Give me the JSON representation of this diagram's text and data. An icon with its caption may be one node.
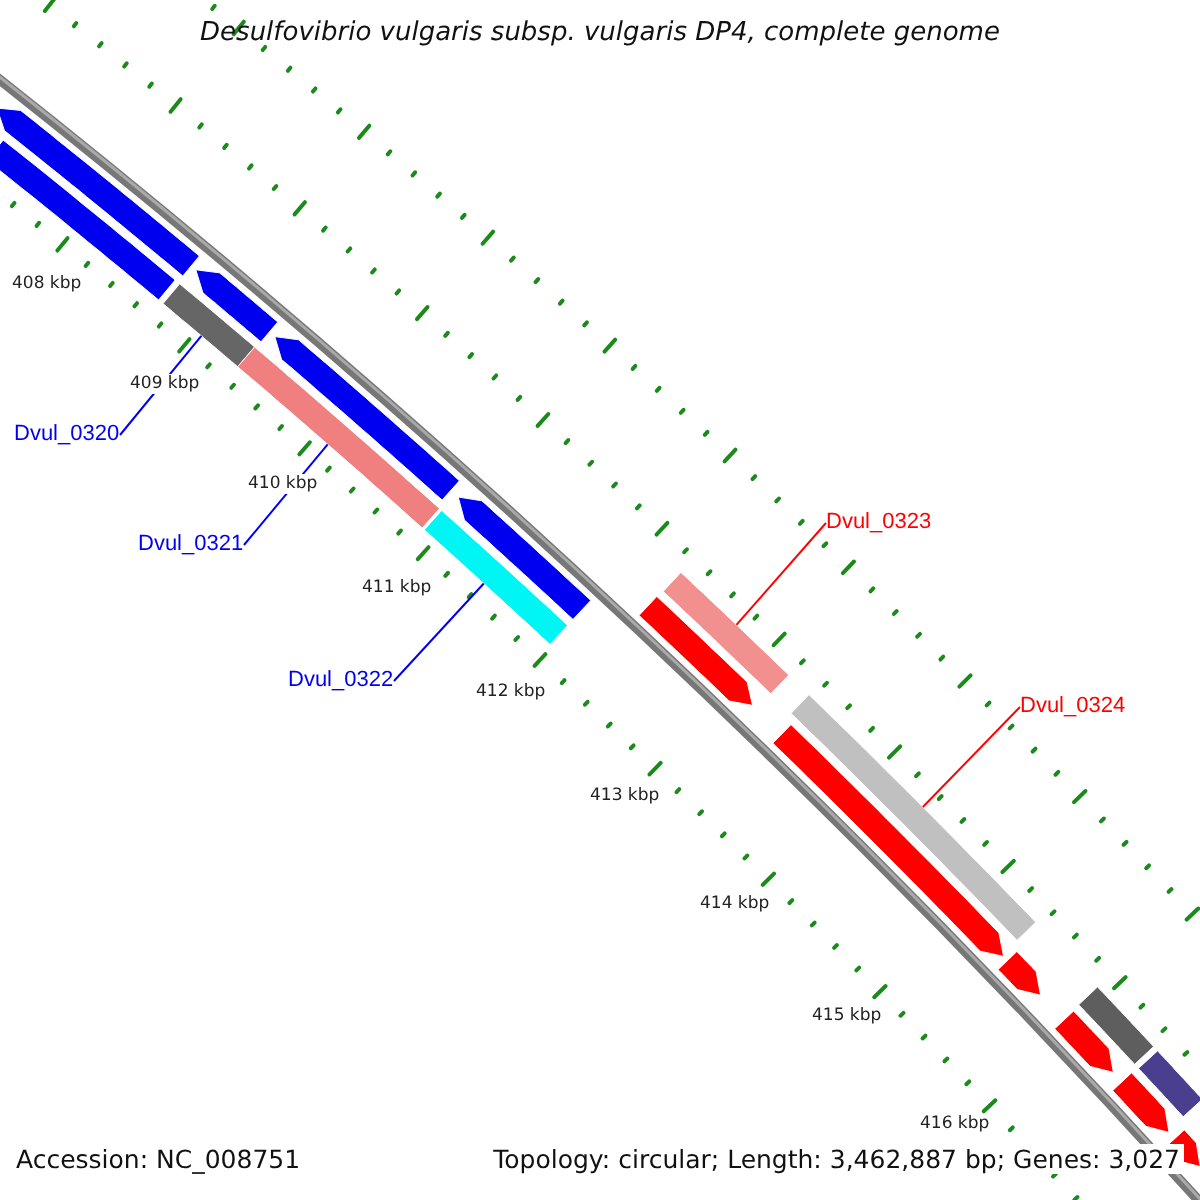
{
  "diagram": {
    "title": "Desulfovibrio vulgaris subsp. vulgaris DP4, complete genome",
    "nodes": [
      {
        "text": [
          "Dvul_0320"
        ]
      },
      {
        "text": [
          "Dvul_0321"
        ]
      },
      {
        "text": [
          "Dvul_0322"
        ]
      },
      {
        "text": [
          "Dvul_0323"
        ]
      },
      {
        "text": [
          "Dvul_0324"
        ]
      },
      {
        "text": [],
        "shape": "arrow"
      },
      {
        "text": [],
        "shape": "arrow"
      },
      {
        "text": [],
        "shape": "arrow"
      },
      {
        "text": [],
        "shape": "arrow"
      },
      {
        "text": [],
        "shape": "bar"
      },
      {
        "text": [],
        "shape": "bar"
      },
      {
        "text": [],
        "shape": "bar"
      },
      {
        "text": [],
        "shape": "bar"
      },
      {
        "text": [],
        "shape": "arrow"
      },
      {
        "text": [],
        "shape": "arrow"
      },
      {
        "text": [],
        "shape": "arrow"
      },
      {
        "text": [],
        "shape": "arrow"
      },
      {
        "text": [],
        "shape": "arrow"
      },
      {
        "text": [],
        "shape": "arrow"
      },
      {
        "text": [],
        "shape": "bar"
      },
      {
        "text": [],
        "shape": "bar"
      },
      {
        "text": [],
        "shape": "bar"
      },
      {
        "text": [],
        "shape": "bar"
      }
    ],
    "edges": [
      {
        "from": 0,
        "to": 10,
        "arrow": "none"
      },
      {
        "from": 1,
        "to": 11,
        "arrow": "none"
      },
      {
        "from": 2,
        "to": 12,
        "arrow": "none"
      },
      {
        "from": 3,
        "to": 19,
        "arrow": "none",
        "color": "#ff0000"
      },
      {
        "from": 4,
        "to": 20,
        "arrow": "none",
        "color": "#ff0000"
      }
    ],
    "labels": [
      "408 kbp",
      "409 kbp",
      "410 kbp",
      "411 kbp",
      "412 kbp",
      "413 kbp",
      "414 kbp",
      "415 kbp",
      "416 kbp",
      "Accession: NC_008751",
      "Topology: circular; Length: 3,462,887 bp; Genes: 3,027"
    ]
  }
}
